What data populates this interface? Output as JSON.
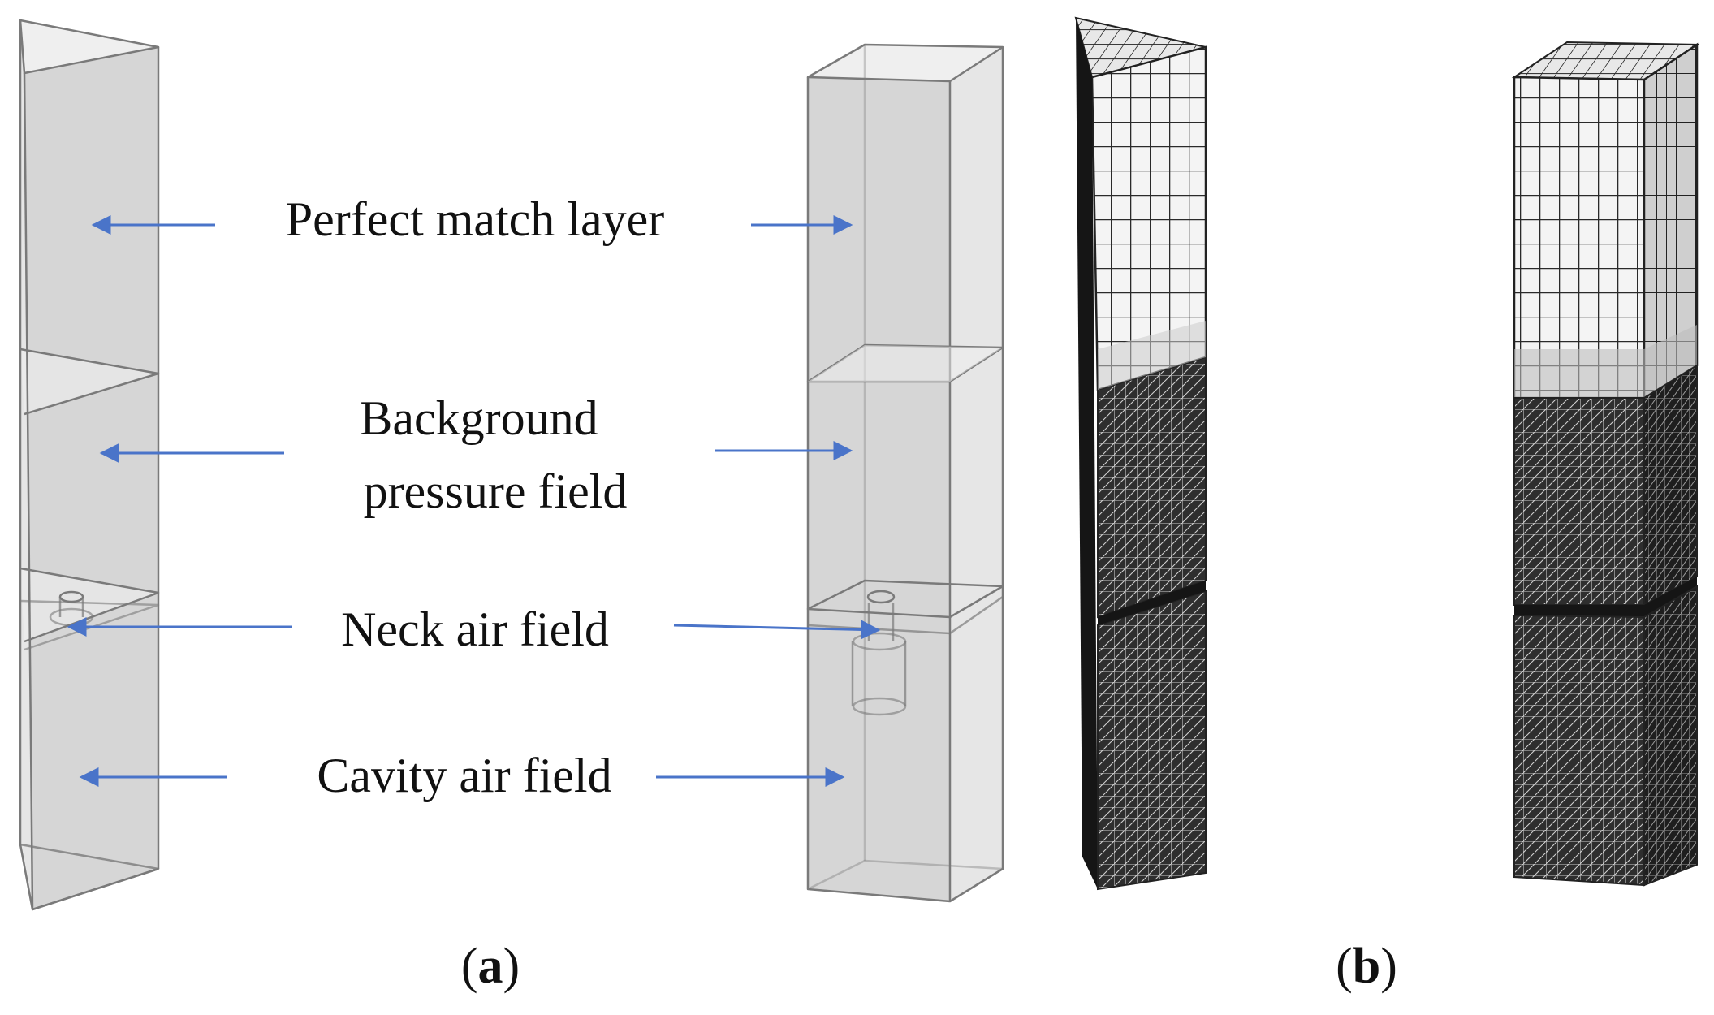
{
  "labels": {
    "pml": "Perfect match layer",
    "background_line1": "Background",
    "background_line2": "pressure field",
    "neck": "Neck air field",
    "cavity": "Cavity air field"
  },
  "captions": {
    "a_open": "(",
    "a_letter": "a",
    "a_close": ")",
    "b_open": "(",
    "b_letter": "b",
    "b_close": ")"
  },
  "colors": {
    "arrow": "#4a74c9",
    "geometry_fill": "#d6d6d6",
    "mesh_dark": "#2b2b2b"
  }
}
